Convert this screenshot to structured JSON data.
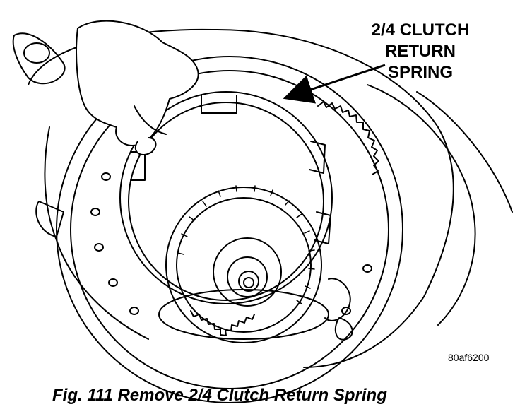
{
  "callout": {
    "line1": "2/4 CLUTCH",
    "line2": "RETURN",
    "line3": "SPRING"
  },
  "figure_id": "80af6200",
  "caption": "Fig. 111 Remove 2/4 Clutch Return Spring"
}
